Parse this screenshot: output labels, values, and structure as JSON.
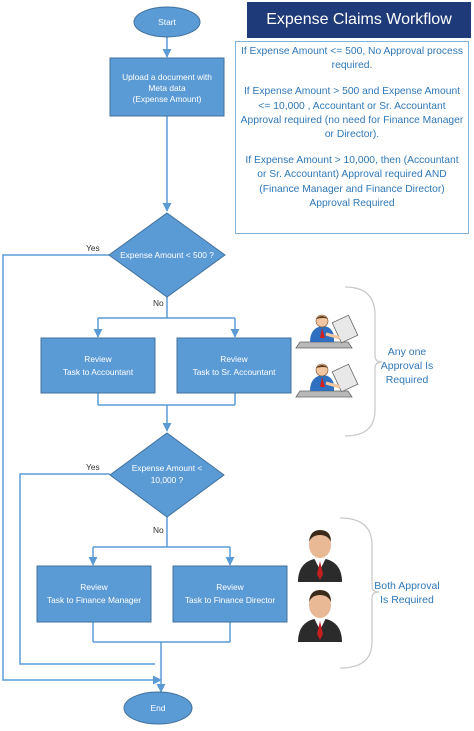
{
  "title": "Expense Claims Workflow",
  "rules": [
    "If Expense Amount <= 500, No Approval process required.",
    "If Expense Amount > 500 and Expense Amount <= 10,000 , Accountant or Sr. Accountant Approval required (no need for Finance Manager or Director).",
    "If Expense Amount > 10,000, then (Accountant or Sr. Accountant) Approval required AND (Finance Manager and Finance Director) Approval Required"
  ],
  "nodes": {
    "start": "Start",
    "upload": [
      "Upload a document with",
      "Meta data",
      "(Expense Amount)"
    ],
    "decision1": "Expense Amount < 500 ?",
    "review_accountant": [
      "Review",
      "Task to Accountant"
    ],
    "review_sr_accountant": [
      "Review",
      "Task to Sr. Accountant"
    ],
    "decision2": [
      "Expense Amount <",
      "10,000 ?"
    ],
    "review_finance_manager": [
      "Review",
      "Task to Finance Manager"
    ],
    "review_finance_director": [
      "Review",
      "Task to Finance Director"
    ],
    "end": "End"
  },
  "edge_labels": {
    "d1_yes": "Yes",
    "d1_no": "No",
    "d2_yes": "Yes",
    "d2_no": "No"
  },
  "side_notes": {
    "any_one": [
      "Any one",
      "Approval Is",
      "Required"
    ],
    "both": [
      "Both Approval",
      "Is Required"
    ]
  },
  "icons": [
    "accountant-icon",
    "sr-accountant-icon",
    "finance-manager-icon",
    "finance-director-icon"
  ],
  "colors": {
    "node_fill": "#5b9bd5",
    "node_stroke": "#41719c",
    "connector": "#5b9bd5",
    "title_bg": "#1e3a78",
    "note_text": "#2f78b7"
  }
}
